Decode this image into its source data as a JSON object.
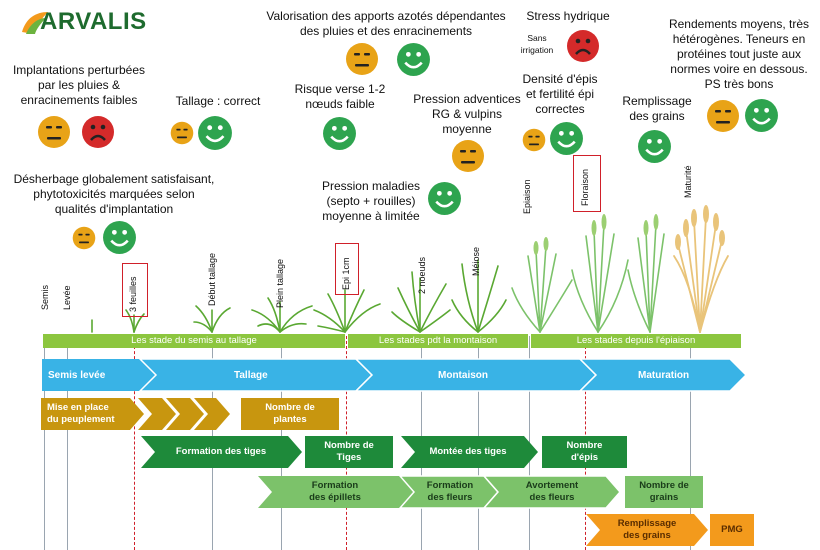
{
  "logo": {
    "text": "ARVALIS"
  },
  "notes": {
    "implantation": "Implantations perturbées\npar les pluies &\nenracinements faibles",
    "desherbage": "Désherbage globalement satisfaisant,\nphytotoxicités marquées selon\nqualités d'implantation",
    "tallage": "Tallage : correct",
    "verse": "Risque verse 1-2\nnœuds faible",
    "azote": "Valorisation des apports azotés dépendantes\ndes pluies et des enracinements",
    "maladies": "Pression maladies\n(septo + rouilles)\nmoyenne à limitée",
    "adventices": "Pression adventices\nRG & vulpins\nmoyenne",
    "stress": "Stress hydrique",
    "sans_irrigation": "Sans\nirrigation",
    "densite": "Densité d'épis\net fertilité épi\ncorrectes",
    "remplissage": "Remplissage\ndes grains",
    "rendements": "Rendements moyens, très\nhétérogènes. Teneurs en\nprotéines tout juste aux\nnormes voire en dessous.\nPS très bons"
  },
  "stages": {
    "semis": "Semis",
    "levee": "Levée",
    "trois_feuilles": "3 feuilles",
    "debut_tallage": "Début tallage",
    "plein_tallage": "Plein tallage",
    "epi1cm": "Epi 1cm",
    "deux_noeuds": "2 noeuds",
    "meiose": "Méiose",
    "epiaison": "Epiaison",
    "floraison": "Floraison",
    "maturite": "Maturité"
  },
  "periods": {
    "p1": "Les stade du semis au tallage",
    "p2": "Les stades pdt la montaison",
    "p3": "Les stades depuis l'épiaison"
  },
  "phases": {
    "semis_levee": "Semis levée",
    "tallage": "Tallage",
    "montaison": "Montaison",
    "maturation": "Maturation"
  },
  "components": {
    "mise_en_place": "Mise en place\ndu peuplement",
    "nombre_plantes": "Nombre de\nplantes",
    "formation_tiges": "Formation des tiges",
    "nombre_tiges": "Nombre de\nTiges",
    "montee_tiges": "Montée des tiges",
    "nombre_epis": "Nombre\nd'épis",
    "formation_epillets": "Formation\ndes épillets",
    "formation_fleurs": "Formation\ndes fleurs",
    "avortement_fleurs": "Avortement\ndes fleurs",
    "nombre_grains": "Nombre de\ngrains",
    "remplissage_grains": "Remplissage\ndes grains",
    "pmg": "PMG"
  },
  "colors": {
    "green_happy": "#2ea44f",
    "orange_neutral": "#e8a317",
    "red_sad": "#d42a2a",
    "period_bar": "#8cc63f",
    "phase_blue": "#39b3e6",
    "mustard": "#c8960f",
    "dark_green": "#1e8a3a",
    "light_green": "#7cc26a",
    "orange_fill": "#f39a1c"
  }
}
